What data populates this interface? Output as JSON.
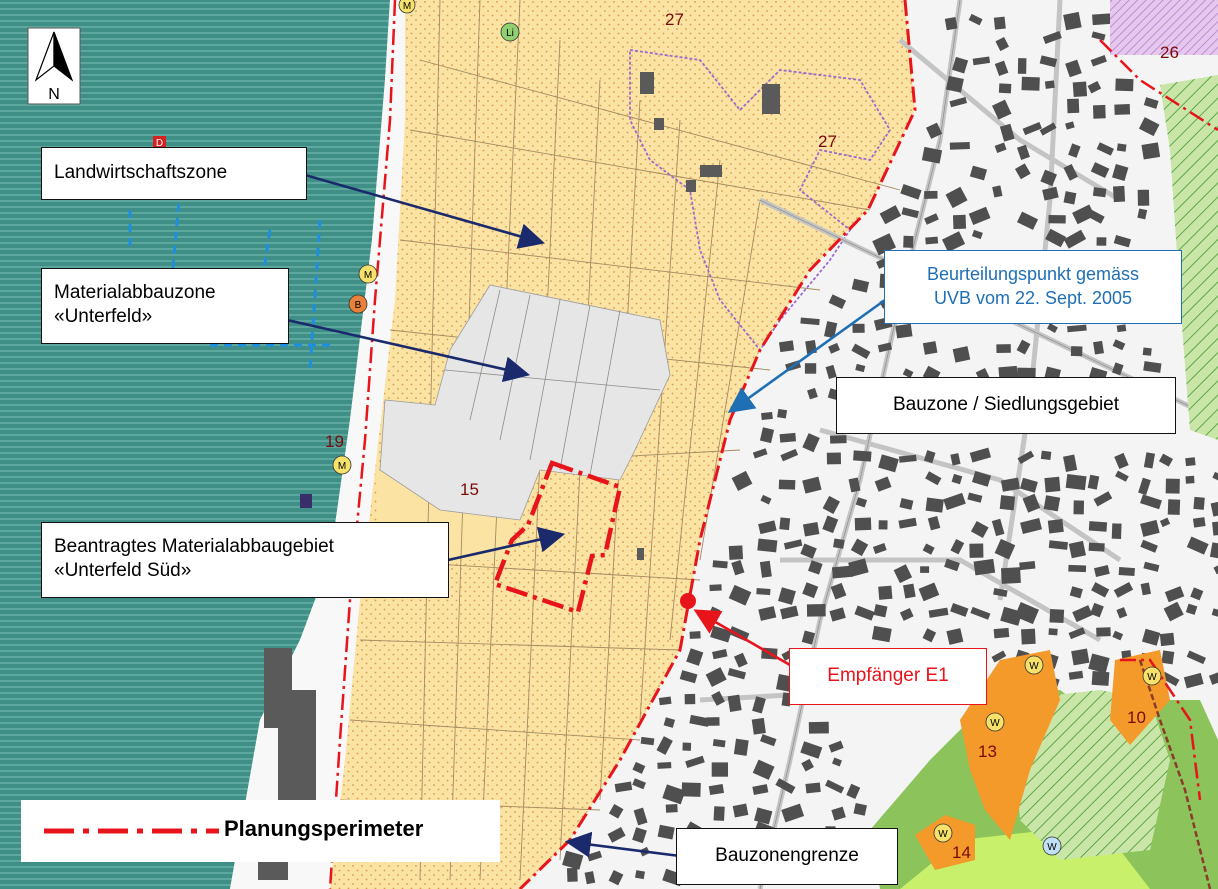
{
  "north_arrow": {
    "letter": "N"
  },
  "labels": {
    "landwirtschaftszone": "Landwirtschaftszone",
    "materialabbauzone_line1": "Materialabbauzone",
    "materialabbauzone_line2": "«Unterfeld»",
    "beantragtes_line1": "Beantragtes Materialabbaugebiet",
    "beantragtes_line2": "«Unterfeld Süd»",
    "beurteilungspunkt_line1": "Beurteilungspunkt gemäss",
    "beurteilungspunkt_line2": "UVB vom 22. Sept. 2005",
    "bauzone": "Bauzone / Siedlungsgebiet",
    "empfaenger": "Empfänger E1",
    "bauzonengrenze": "Bauzonengrenze",
    "planungsperimeter": "Planungsperimeter"
  },
  "zone_numbers": {
    "n27_top": "27",
    "n27_mid": "27",
    "n26": "26",
    "n19": "19",
    "n15": "15",
    "n13": "13",
    "n14": "14",
    "n10": "10"
  },
  "symbols": {
    "m": "M",
    "b": "B",
    "li": "Li",
    "w": "W",
    "d": "D"
  },
  "colors": {
    "agricultural": "#fbe3a4",
    "water": "#3f8f86",
    "extraction": "#e6e6e6",
    "perimeter_red": "#e8141b",
    "arrow_navy": "#1a2a6c",
    "arrow_blue": "#1f6fb5",
    "orange_zone": "#f39a2b",
    "green_zone": "#8cc35a",
    "lime_zone": "#c8f06a"
  }
}
